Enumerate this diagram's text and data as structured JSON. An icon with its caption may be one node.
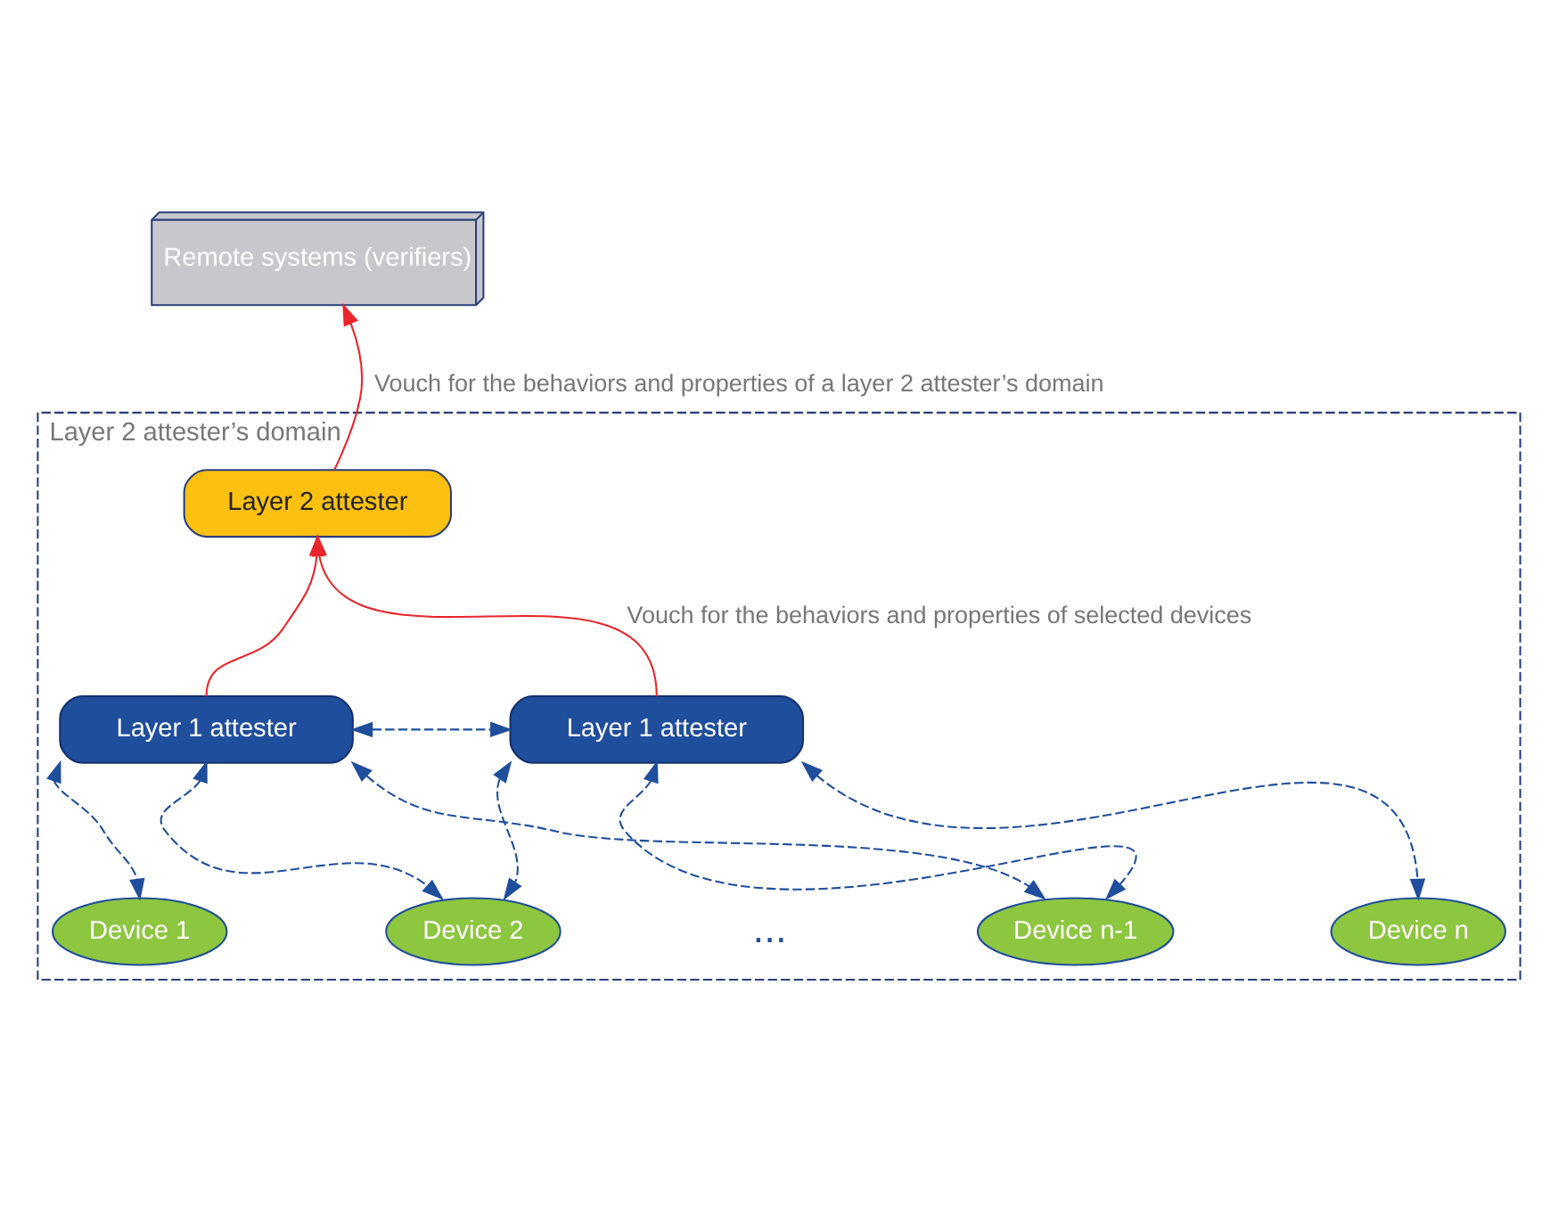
{
  "diagram": {
    "nodes": [
      {
        "text": [
          "Remote systems (verifiers)"
        ]
      },
      {
        "text": [
          "Layer 2 attester’s domain"
        ]
      },
      {
        "text": [
          "Layer 2 attester"
        ],
        "in": 1
      },
      {
        "text": [
          "Layer 1 attester"
        ],
        "in": 1
      },
      {
        "text": [
          "Layer 1 attester"
        ],
        "in": 1
      },
      {
        "text": [
          "Device 1"
        ],
        "in": 1
      },
      {
        "text": [
          "Device 2"
        ],
        "in": 1
      },
      {
        "text": [
          "Device n-1"
        ],
        "in": 1
      },
      {
        "text": [
          "Device n"
        ],
        "in": 1
      }
    ],
    "edges": [
      {
        "from": 2,
        "to": 0,
        "arrow": "to",
        "color": "#e8262b",
        "label": "Vouch for the behaviors and properties of a layer 2 attester’s domain"
      },
      {
        "from": 3,
        "to": 2,
        "arrow": "to",
        "color": "#e8262b"
      },
      {
        "from": 4,
        "to": 2,
        "arrow": "to",
        "color": "#e8262b",
        "label": "Vouch for the behaviors and properties of selected devices"
      },
      {
        "from": 3,
        "to": 4,
        "arrow": "both",
        "style": "dashed"
      },
      {
        "from": 3,
        "to": 5,
        "arrow": "both",
        "style": "dashed"
      },
      {
        "from": 3,
        "to": 6,
        "arrow": "both",
        "style": "dashed"
      },
      {
        "from": 3,
        "to": 7,
        "arrow": "both",
        "style": "dashed"
      },
      {
        "from": 4,
        "to": 6,
        "arrow": "both",
        "style": "dashed"
      },
      {
        "from": 4,
        "to": 7,
        "arrow": "both",
        "style": "dashed"
      },
      {
        "from": 4,
        "to": 8,
        "arrow": "both",
        "style": "dashed"
      }
    ],
    "labels": [
      "..."
    ]
  }
}
